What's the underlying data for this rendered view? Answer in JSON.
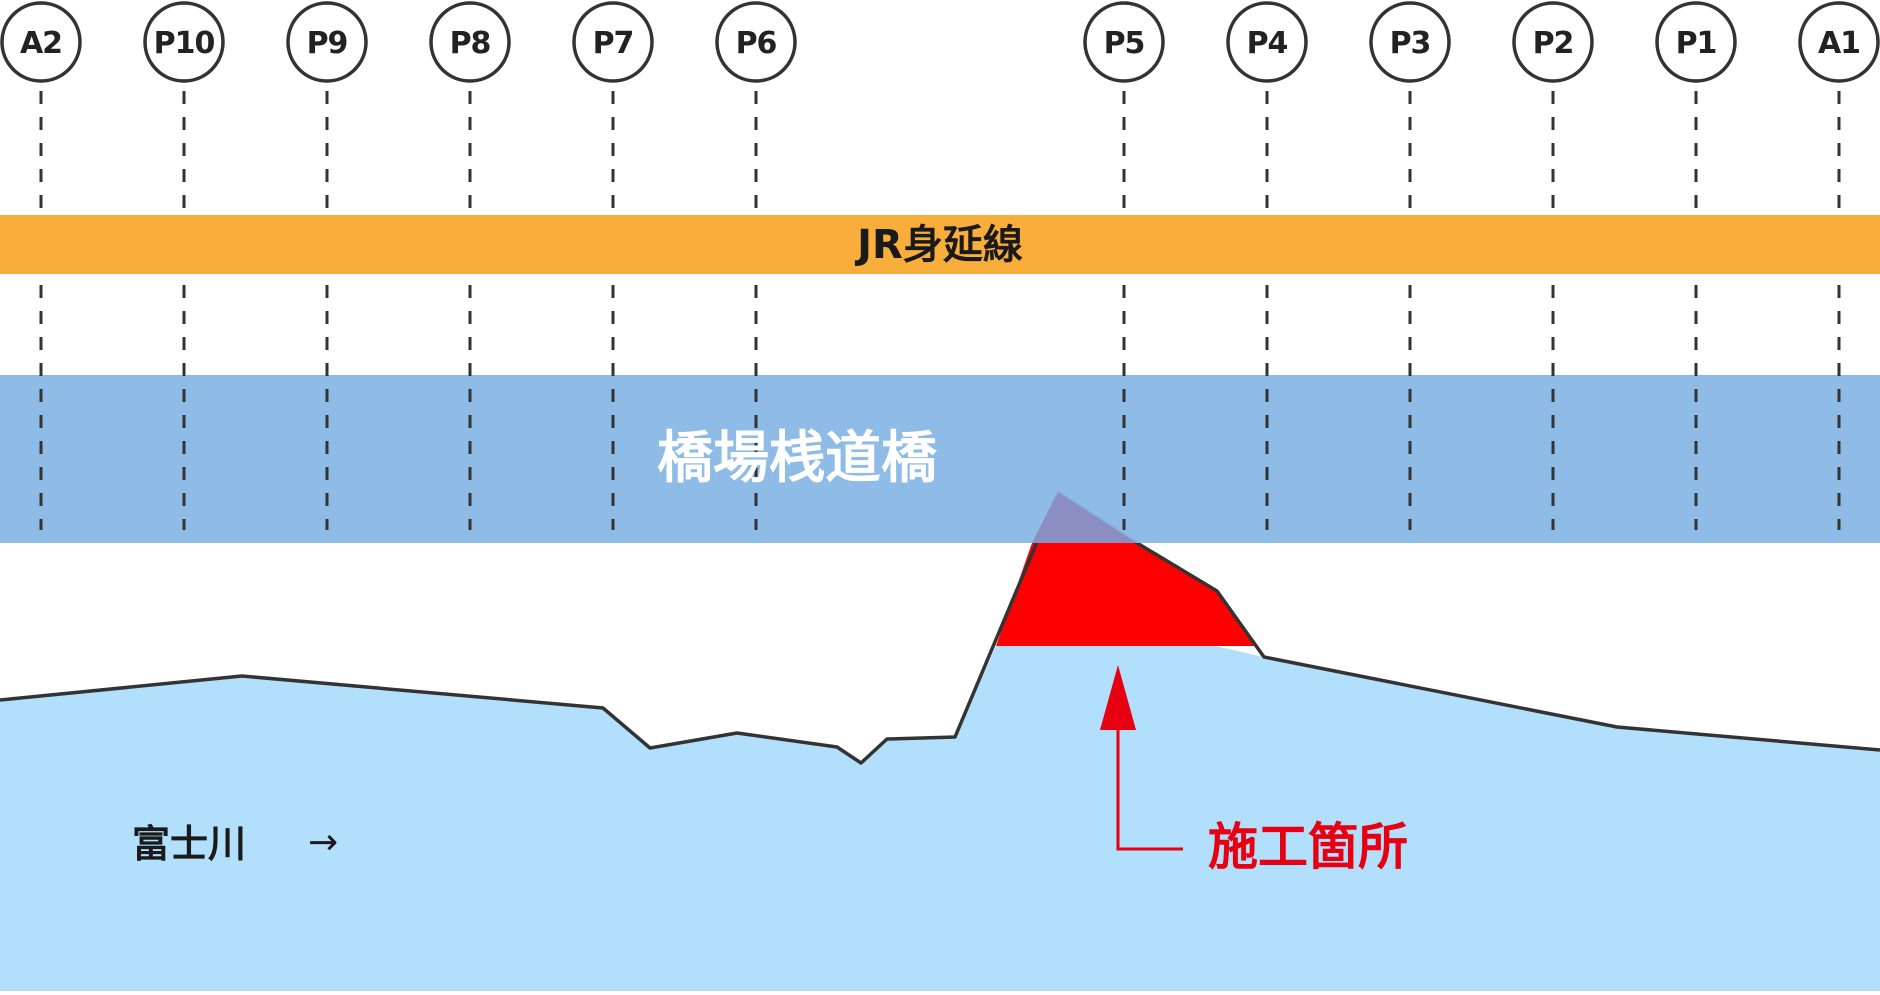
{
  "piers": [
    {
      "id": "A2"
    },
    {
      "id": "P10"
    },
    {
      "id": "P9"
    },
    {
      "id": "P8"
    },
    {
      "id": "P7"
    },
    {
      "id": "P6"
    },
    {
      "id": "P5"
    },
    {
      "id": "P4"
    },
    {
      "id": "P3"
    },
    {
      "id": "P2"
    },
    {
      "id": "P1"
    },
    {
      "id": "A1"
    }
  ],
  "rail_line": {
    "label": "JR身延線",
    "color": "#f9ae3c"
  },
  "bridge": {
    "label": "橋場桟道橋",
    "color": "#8ab8e6"
  },
  "river": {
    "label": "富士川",
    "flow_arrow": "→",
    "color": "#b2dffc"
  },
  "work_site": {
    "label": "施工箇所",
    "color": "#ff0000"
  },
  "colors": {
    "outline": "#333333",
    "dash": "#333333",
    "work_arrow": "#e60012"
  }
}
